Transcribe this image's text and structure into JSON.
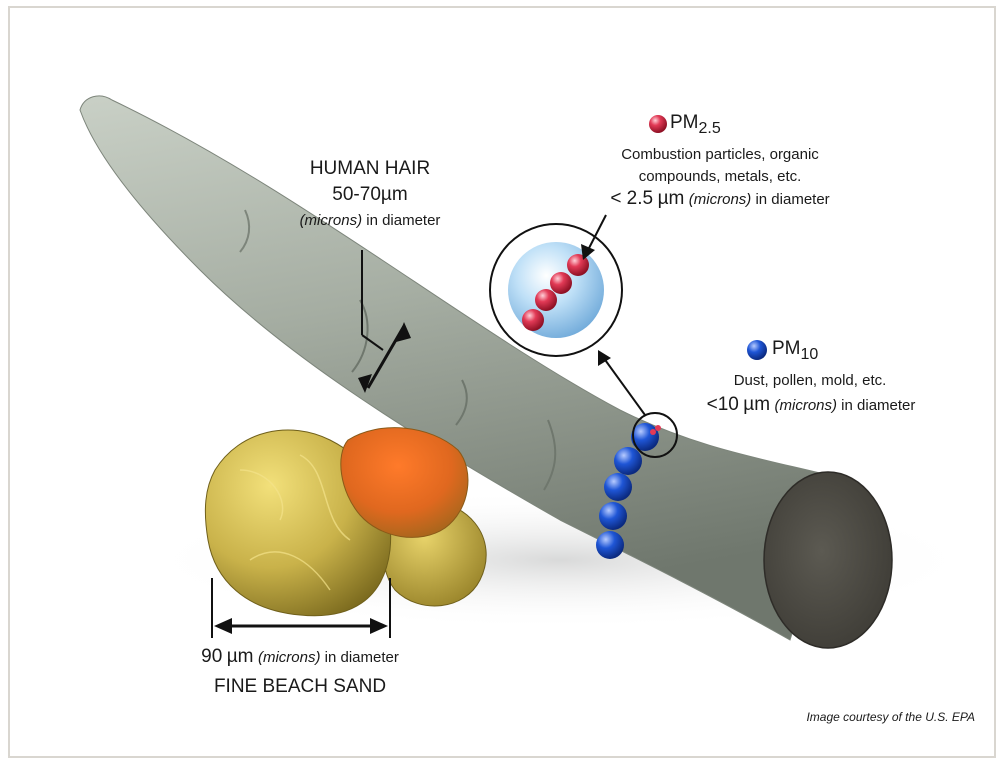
{
  "colors": {
    "hair": "#9ea89b",
    "pm25": "#e23a56",
    "pm10": "#1f56d6",
    "sand": "#c9b24a",
    "text": "#1a1a1a"
  },
  "hair": {
    "title": "HUMAN HAIR",
    "size": "50-70",
    "unit": "µm",
    "note_italic": "(microns)",
    "note_rest": " in diameter"
  },
  "pm25": {
    "label": "PM",
    "sub": "2.5",
    "desc_line1": "Combustion particles, organic",
    "desc_line2": "compounds, metals, etc.",
    "size_prefix": "< 2.5",
    "unit": "µm",
    "note_italic": "(microns)",
    "note_rest": " in diameter"
  },
  "pm10": {
    "label": "PM",
    "sub": "10",
    "desc_line1": "Dust, pollen, mold, etc.",
    "size_prefix": "<10",
    "unit": "µm",
    "note_italic": "(microns)",
    "note_rest": " in diameter"
  },
  "sand": {
    "size": "90",
    "unit": "µm",
    "note_italic": "(microns)",
    "note_rest": " in diameter",
    "title": "FINE BEACH SAND"
  },
  "credit": "Image courtesy of the U.S. EPA"
}
